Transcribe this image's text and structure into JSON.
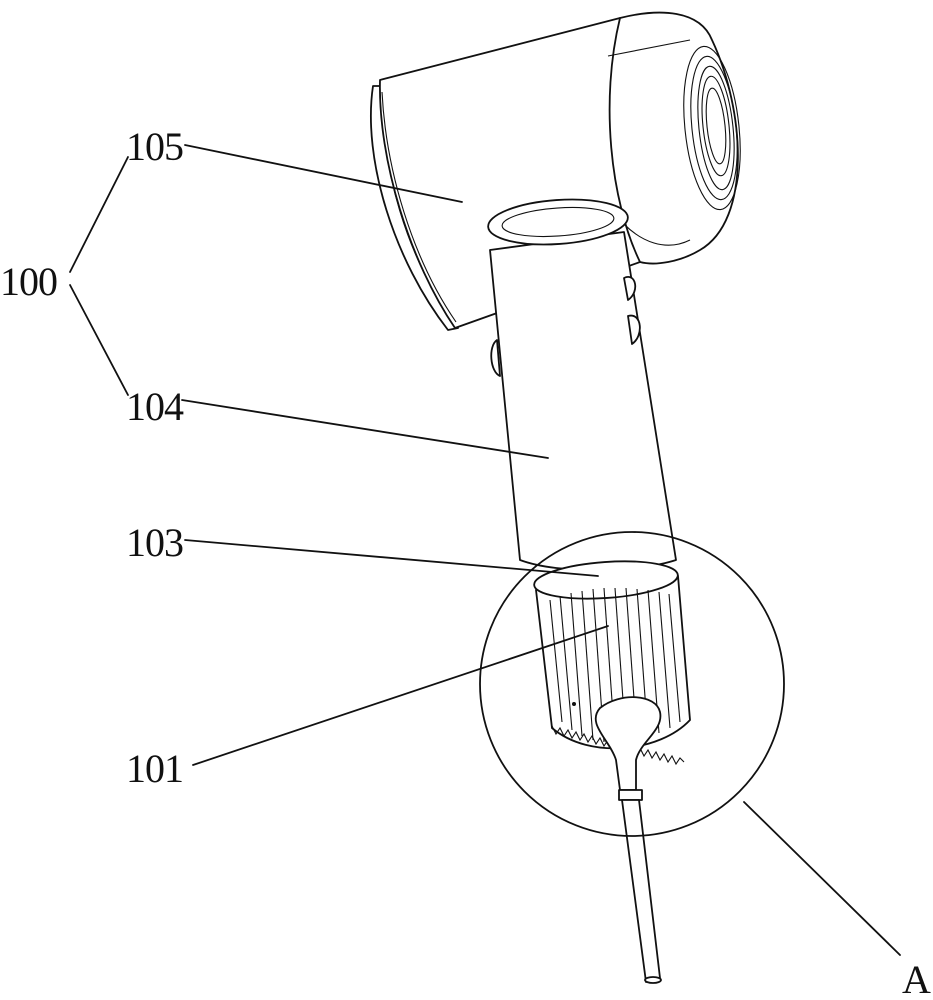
{
  "figure": {
    "labels": {
      "assembly": "100",
      "head": "105",
      "handle": "104",
      "filter_cover": "103",
      "filter_mesh": "101",
      "detail_view": "A"
    }
  }
}
